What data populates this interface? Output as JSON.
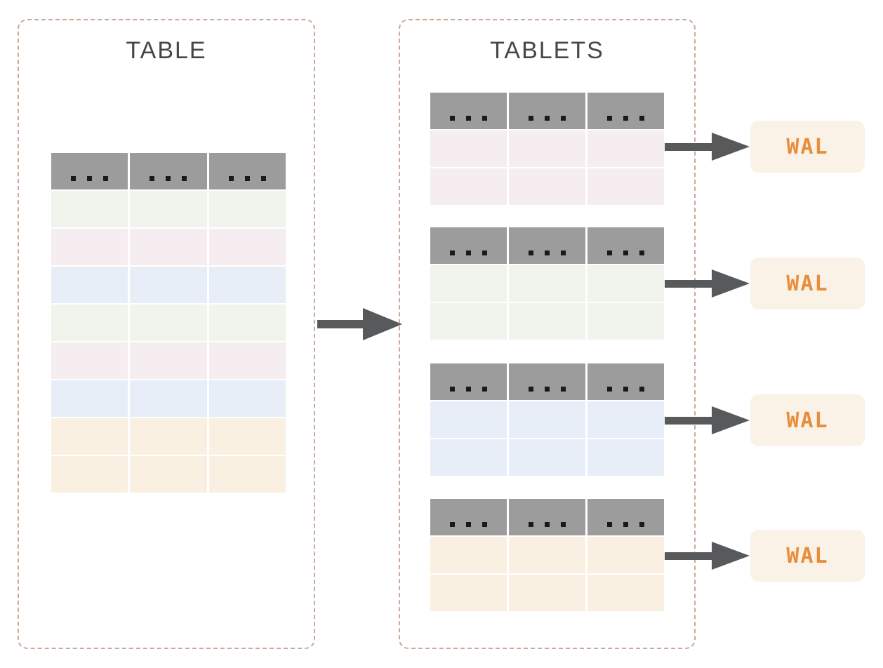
{
  "left_panel": {
    "title": "TABLE",
    "table": {
      "columns": 3,
      "header_dots": "...",
      "rows": [
        "green",
        "pink",
        "blue",
        "green",
        "pink",
        "blue",
        "orange",
        "orange"
      ]
    }
  },
  "right_panel": {
    "title": "TABLETS",
    "tablets": [
      {
        "color": "pink",
        "rows": 2
      },
      {
        "color": "green",
        "rows": 2
      },
      {
        "color": "blue",
        "rows": 2
      },
      {
        "color": "orange",
        "rows": 2
      }
    ]
  },
  "wal": {
    "label": "WAL",
    "count": 4
  },
  "colors": {
    "row_green": "#f0f4ec",
    "row_pink": "#f5edef",
    "row_blue": "#e7eef8",
    "row_orange": "#faf0e2",
    "header_gray": "#9c9c9c",
    "dot_black": "#1a1a1a",
    "arrow_gray": "#58595b",
    "panel_border": "#c9aa99",
    "title_text": "#474747",
    "wal_background": "#faf2e6",
    "wal_text": "#e78e3c"
  }
}
